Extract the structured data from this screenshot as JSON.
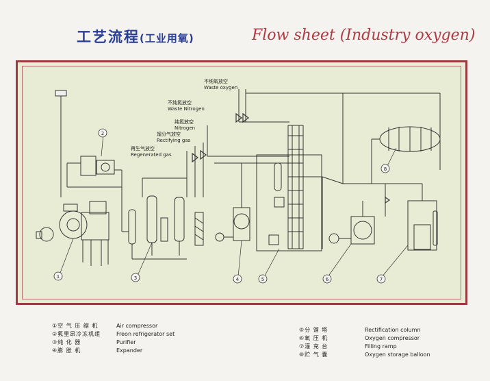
{
  "title": {
    "cn": "工艺流程",
    "cn_sub": "(工业用氧)",
    "en": "Flow sheet (Industry oxygen)"
  },
  "streams": {
    "waste_oxygen_cn": "不纯氧放空",
    "waste_oxygen_en": "Waste oxygen",
    "waste_nitrogen_cn": "不纯氮放空",
    "waste_nitrogen_en": "Waste Nitrogen",
    "nitrogen_cn": "纯氮放空",
    "nitrogen_en": "Nitrogen",
    "rectifying_cn": "馏分气放空",
    "rectifying_en": "Rectifying gas",
    "regenerated_cn": "再生气放空",
    "regenerated_en": "Regenerated gas"
  },
  "markers": [
    "1",
    "2",
    "3",
    "4",
    "5",
    "6",
    "7",
    "8"
  ],
  "legend_left": [
    {
      "cn": "①空 气 压 缩 机",
      "en": "Air compressor"
    },
    {
      "cn": "②氟里昂冷冻机组",
      "en": "Freon refrigerator set"
    },
    {
      "cn": "③纯    化    器",
      "en": "Purifier"
    },
    {
      "cn": "④膨    胀    机",
      "en": "Expander"
    }
  ],
  "legend_right": [
    {
      "cn": "⑤分    馏    塔",
      "en": "Rectification column"
    },
    {
      "cn": "⑥氧    压    机",
      "en": "Oxygen compressor"
    },
    {
      "cn": "⑦灌    充    台",
      "en": "Filling ramp"
    },
    {
      "cn": "⑧贮    气    囊",
      "en": "Oxygen storage balloon"
    }
  ],
  "colors": {
    "title_cn": "#2a3e96",
    "title_en": "#b03a44",
    "frame": "#9c3b40",
    "panel": "#e9ecd4"
  }
}
